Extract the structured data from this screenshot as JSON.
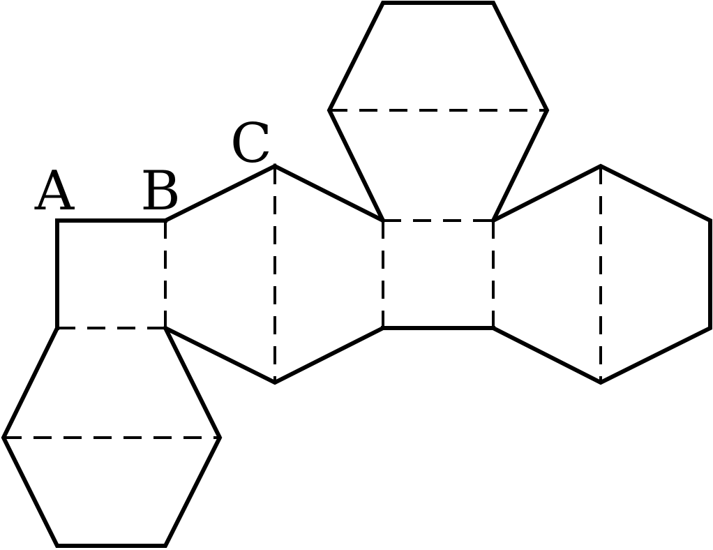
{
  "figure": {
    "labels": {
      "a": "A",
      "b": "B",
      "c": "C"
    },
    "colors": {
      "stroke": "#000000",
      "background": "#ffffff"
    }
  }
}
